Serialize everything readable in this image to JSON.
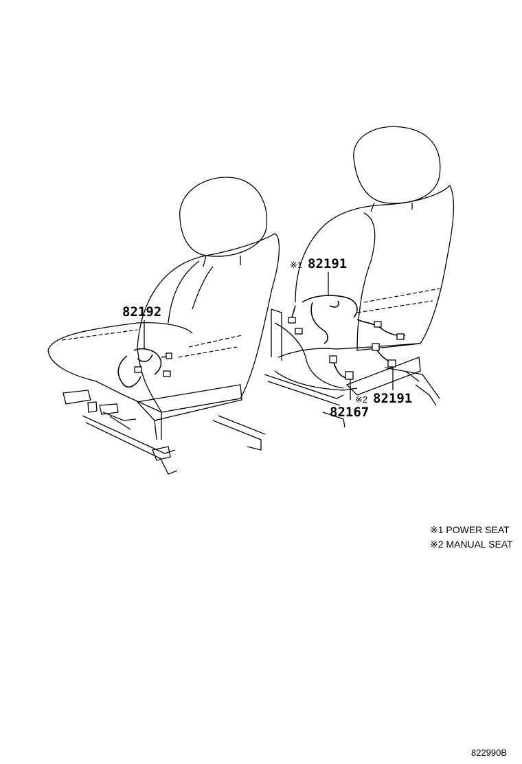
{
  "callouts": {
    "left_seat_part": "82192",
    "power_marker": "※1",
    "power_part": "82191",
    "manual_marker": "※2",
    "manual_part": "82191",
    "sub_part": "82167"
  },
  "legend": {
    "power": "※1 POWER SEAT",
    "manual": "※2 MANUAL SEAT"
  },
  "figure_id": "822990B"
}
